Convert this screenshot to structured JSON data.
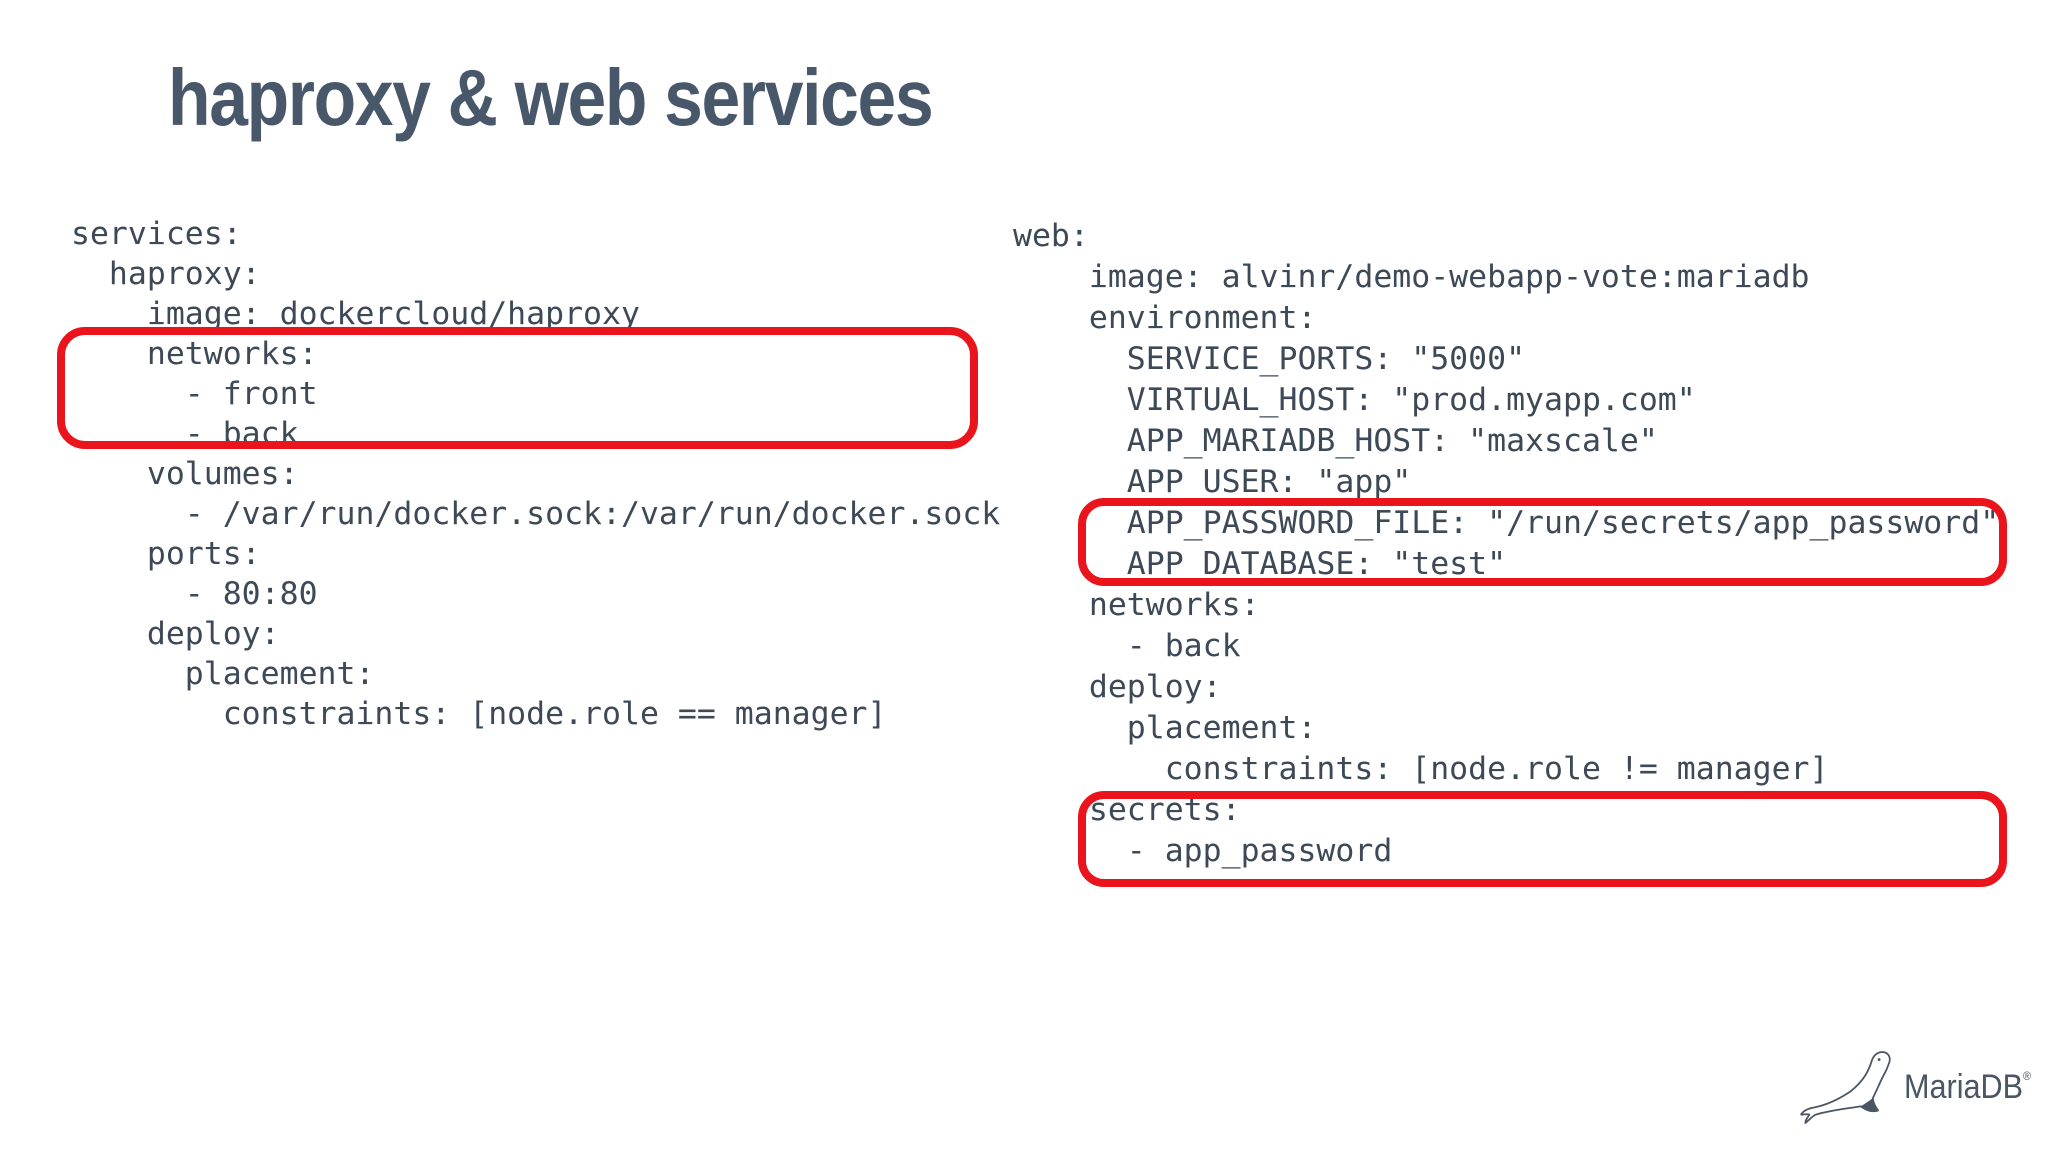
{
  "slide": {
    "title": "haproxy & web services"
  },
  "colors": {
    "background": "#ffffff",
    "title_text": "#48576a",
    "code_text": "#3d4956",
    "highlight_border": "#e9141c",
    "logo": "#4a5663"
  },
  "code_blocks": {
    "haproxy": {
      "lines": [
        "services:",
        "  haproxy:",
        "    image: dockercloud/haproxy",
        "    networks:",
        "      - front",
        "      - back",
        "    volumes:",
        "      - /var/run/docker.sock:/var/run/docker.sock",
        "    ports:",
        "      - 80:80",
        "    deploy:",
        "      placement:",
        "        constraints: [node.role == manager]"
      ]
    },
    "web": {
      "lines": [
        "web:",
        "    image: alvinr/demo-webapp-vote:mariadb",
        "    environment:",
        "      SERVICE_PORTS: \"5000\"",
        "      VIRTUAL_HOST: \"prod.myapp.com\"",
        "      APP_MARIADB_HOST: \"maxscale\"",
        "      APP_USER: \"app\"",
        "      APP_PASSWORD_FILE: \"/run/secrets/app_password\"",
        "      APP_DATABASE: \"test\"",
        "    networks:",
        "      - back",
        "    deploy:",
        "      placement:",
        "        constraints: [node.role != manager]",
        "    secrets:",
        "      - app_password"
      ]
    }
  },
  "logo": {
    "brand": "MariaDB",
    "registered_mark": "®"
  }
}
